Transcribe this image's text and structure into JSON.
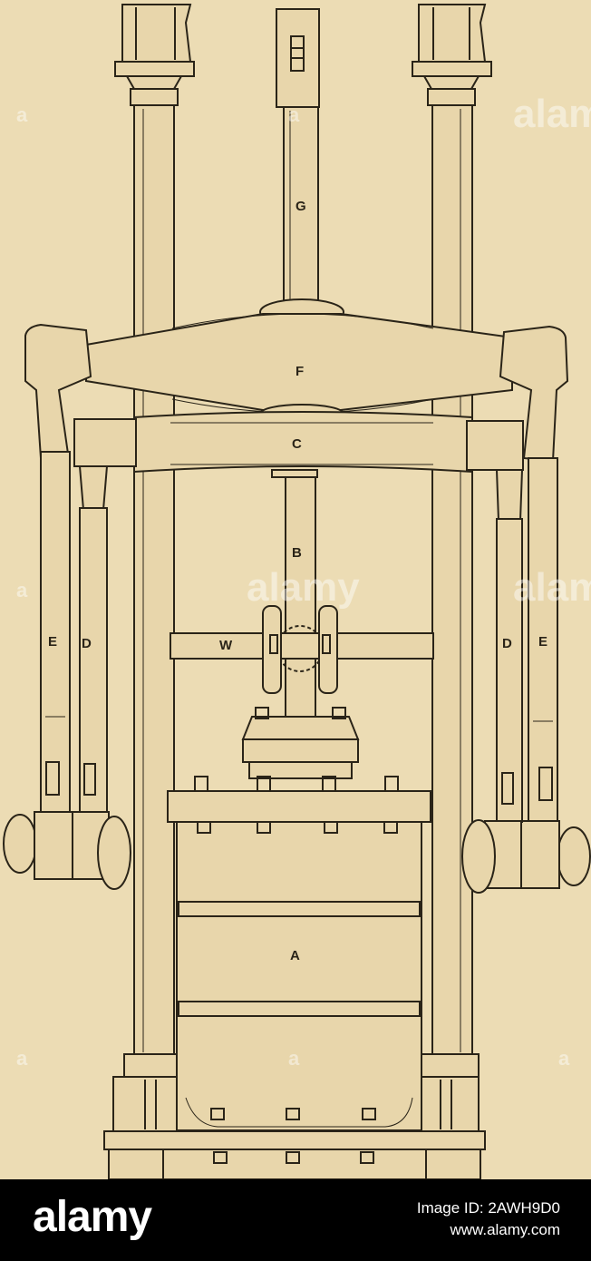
{
  "labels": {
    "g": "G",
    "f": "F",
    "c": "C",
    "b": "B",
    "w": "W",
    "a": "A",
    "e_left": "E",
    "d_left": "D",
    "d_right": "D",
    "e_right": "E"
  },
  "watermark": {
    "text": "alamy",
    "side_text": "a"
  },
  "footer": {
    "logo": "alamy",
    "image_id": "Image ID: 2AWH9D0",
    "url": "www.alamy.com"
  },
  "colors": {
    "paper": "#ecdcb4",
    "ink": "#2a2418",
    "footer_bg": "#000000",
    "footer_text": "#ffffff"
  }
}
